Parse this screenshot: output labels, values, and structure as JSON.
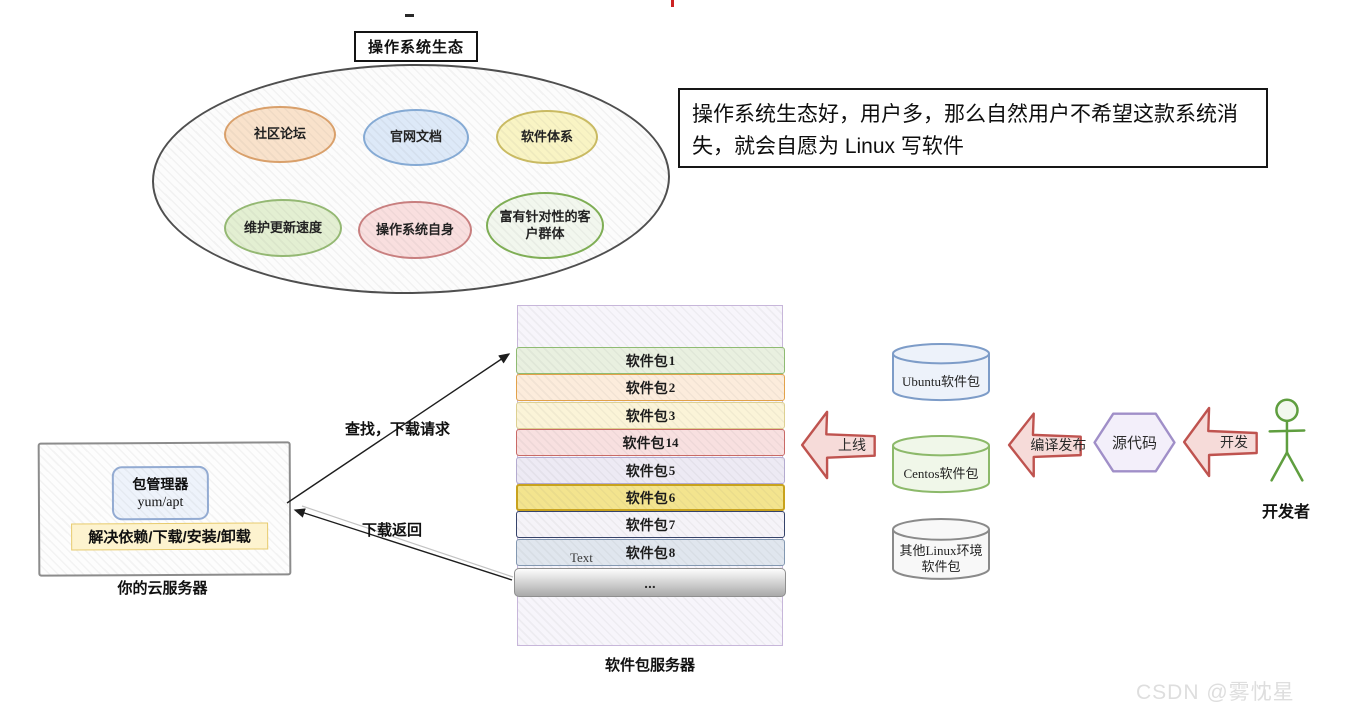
{
  "page": {
    "watermark": "CSDN @雾忱星"
  },
  "ecosystem": {
    "title": "操作系统生态",
    "bubbles": [
      {
        "label": "社区论坛",
        "fill": "#f9e2cb",
        "border": "#d9a06b"
      },
      {
        "label": "官网文档",
        "fill": "#dde9f8",
        "border": "#85aad4"
      },
      {
        "label": "软件体系",
        "fill": "#f9f4c4",
        "border": "#c9ba62"
      },
      {
        "label": "维护更新速度",
        "fill": "#e3efd2",
        "border": "#94b873"
      },
      {
        "label": "操作系统自身",
        "fill": "#f9dfdf",
        "border": "#c87f7f"
      },
      {
        "label": "富有针对性的客户群体",
        "fill": "#f2f7ee",
        "border": "#7fae55"
      }
    ]
  },
  "note": {
    "text": "操作系统生态好，用户多，那么自然用户不希望这款系统消失，就会自愿为 Linux 写软件"
  },
  "cloud_server": {
    "manager_title": "包管理器",
    "manager_sub": "yum/apt",
    "actions": "解决依赖/下载/安装/卸载",
    "label": "你的云服务器"
  },
  "flow_labels": {
    "request": "查找，下载请求",
    "response": "下载返回",
    "online": "上线",
    "compile": "编译发布",
    "develop": "开发"
  },
  "package_server": {
    "label": "软件包服务器",
    "text_note": "Text",
    "more": "...",
    "rows": [
      {
        "name": "软件包",
        "num": "1",
        "fill": "#e9f0e0",
        "border": "#8fbb72"
      },
      {
        "name": "软件包",
        "num": "2",
        "fill": "#fcecdc",
        "border": "#e2a24a"
      },
      {
        "name": "软件包",
        "num": "3",
        "fill": "#fbf4d8",
        "border": "#ddd092"
      },
      {
        "name": "软件包",
        "num": "14",
        "fill": "#f8e0e0",
        "border": "#c96a66"
      },
      {
        "name": "软件包",
        "num": "5",
        "fill": "#edeaf4",
        "border": "#b4abd0"
      },
      {
        "name": "软件包",
        "num": "6",
        "fill": "#f3e48e",
        "border": "#c8a21d"
      },
      {
        "name": "软件包",
        "num": "7",
        "fill": "#f5f3f8",
        "border": "#35436a"
      },
      {
        "name": "软件包",
        "num": "8",
        "fill": "#e0e6ee",
        "border": "#8398b1"
      }
    ]
  },
  "repos": [
    {
      "label": "Ubuntu软件包",
      "stroke": "#7d9cc8",
      "fill": "#edf2fa"
    },
    {
      "label": "Centos软件包",
      "stroke": "#8cb96a",
      "fill": "#f0f7e9"
    },
    {
      "label": "其他Linux环境 软件包",
      "stroke": "#8a8a8a",
      "fill": "#f8f8f8"
    }
  ],
  "source_code": {
    "label": "源代码"
  },
  "developer": {
    "label": "开发者"
  }
}
